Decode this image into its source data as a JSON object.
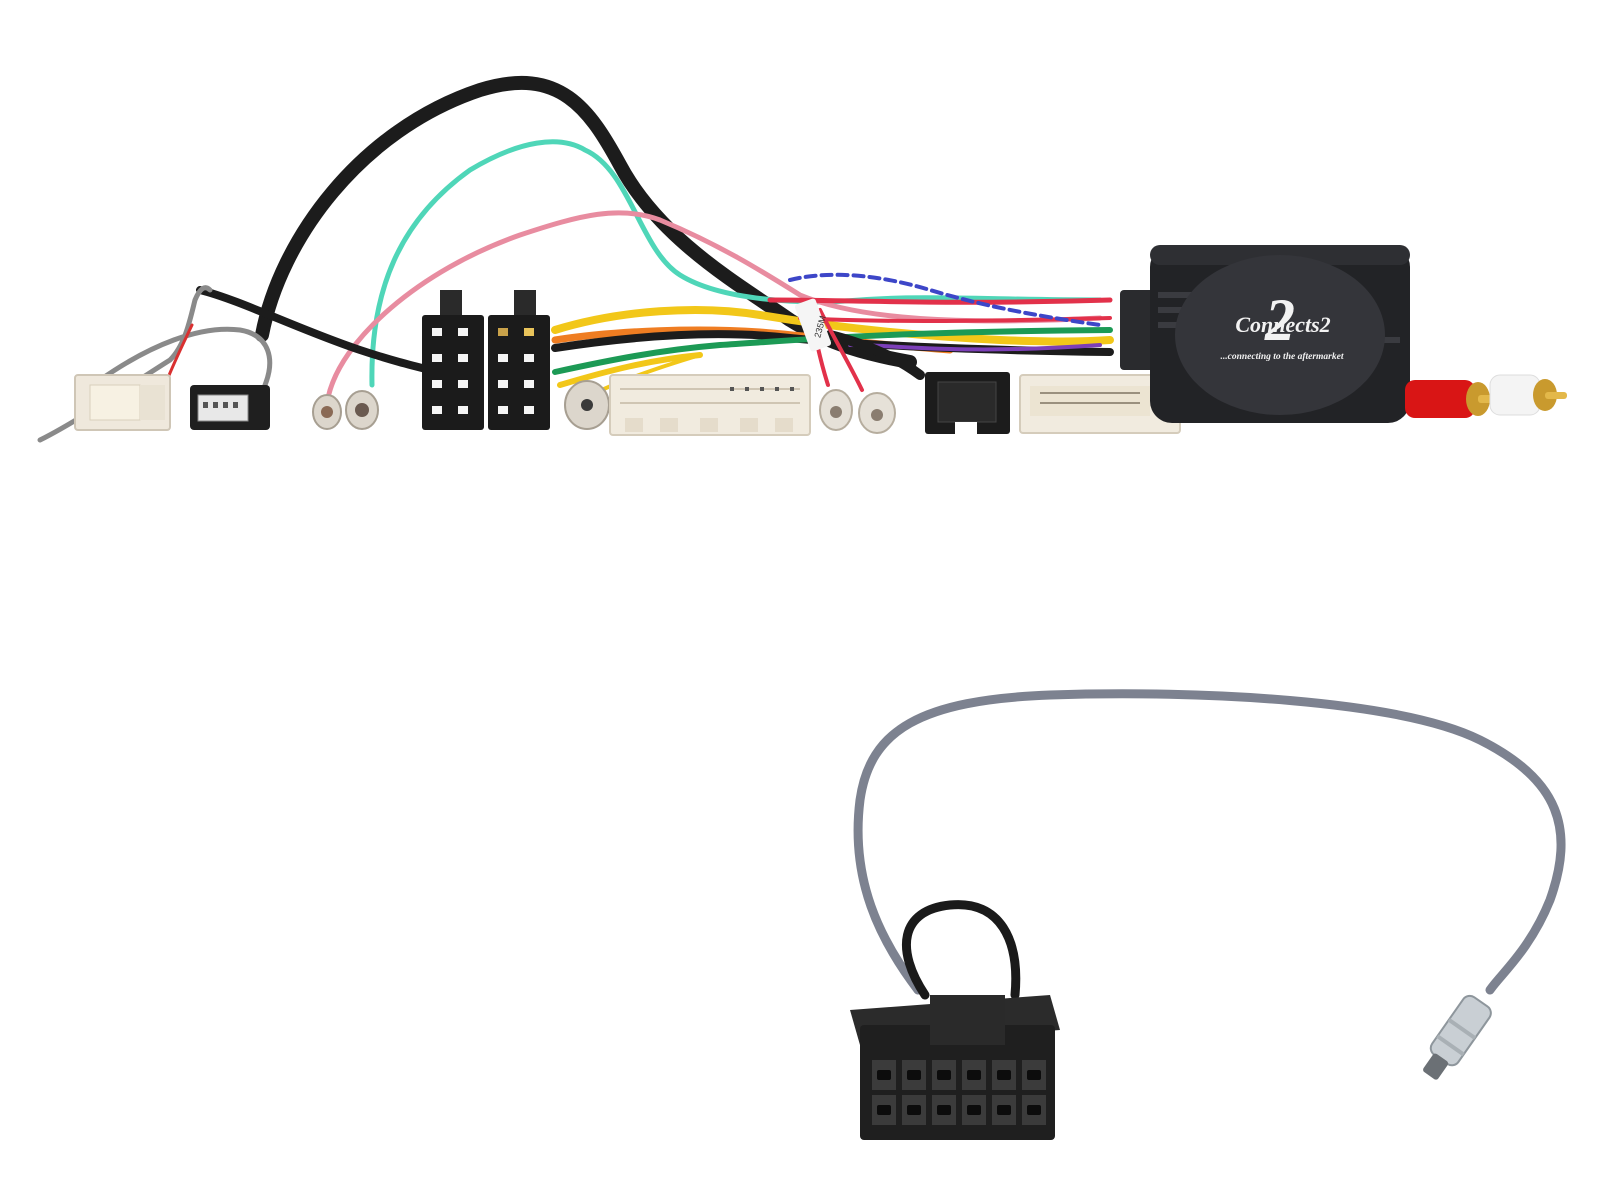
{
  "image": {
    "background": "#ffffff",
    "subject": "Steering wheel control interface wiring harness kit"
  },
  "interface_box": {
    "brand_logo": "Connects2",
    "logo_digit": "2",
    "tagline": "...connecting to the aftermarket",
    "body_color": "#222326",
    "logo_color": "#f2f2f2"
  },
  "harness_label": "235M",
  "connectors": [
    {
      "name": "white-multi-pin-plug-small",
      "color": "#efe8dc"
    },
    {
      "name": "usb-a-plug",
      "color": "#1f1f1f"
    },
    {
      "name": "antenna-pins-pink-teal",
      "color": "#dcd6cc"
    },
    {
      "name": "iso-power-connector",
      "color": "#1b1b1b"
    },
    {
      "name": "iso-speaker-connector",
      "color": "#1b1b1b"
    },
    {
      "name": "single-pin-ring",
      "color": "#dcd6cc"
    },
    {
      "name": "white-24-pin-plug",
      "color": "#f1ebdf"
    },
    {
      "name": "twin-bullet-pins",
      "color": "#e6e1d8"
    },
    {
      "name": "black-small-plug",
      "color": "#1c1c1c"
    },
    {
      "name": "white-16-pin-plug",
      "color": "#f1ebdf"
    },
    {
      "name": "rca-red",
      "color": "#d91515"
    },
    {
      "name": "rca-white",
      "color": "#f4f4f4"
    }
  ],
  "patch_lead": {
    "connector": "12-pin black molex plug",
    "cable_color": "#7d8290",
    "loop_color": "#1a1a1a",
    "end_plug": "metal pin connector"
  },
  "wire_colors": {
    "black": "#1c1c1c",
    "teal": "#4fd6b8",
    "pink": "#e88ca0",
    "yellow": "#f2c719",
    "orange": "#ef7d22",
    "green": "#1c9a55",
    "red": "#e2314a",
    "blue": "#3d46c8",
    "grey": "#8a8a8a"
  }
}
